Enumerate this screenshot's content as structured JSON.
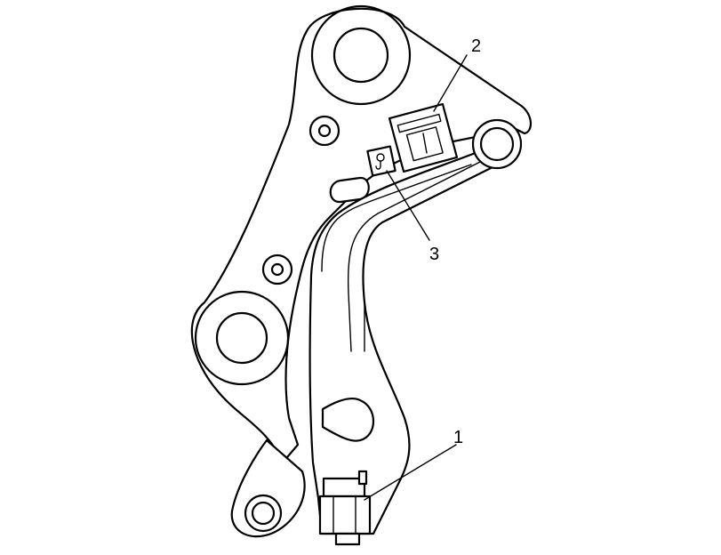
{
  "diagram": {
    "callouts": [
      {
        "id": "callout-1",
        "label": "1"
      },
      {
        "id": "callout-2",
        "label": "2"
      },
      {
        "id": "callout-3",
        "label": "3"
      }
    ],
    "label_colors": {
      "stroke": "#000000",
      "background": "#ffffff"
    }
  }
}
